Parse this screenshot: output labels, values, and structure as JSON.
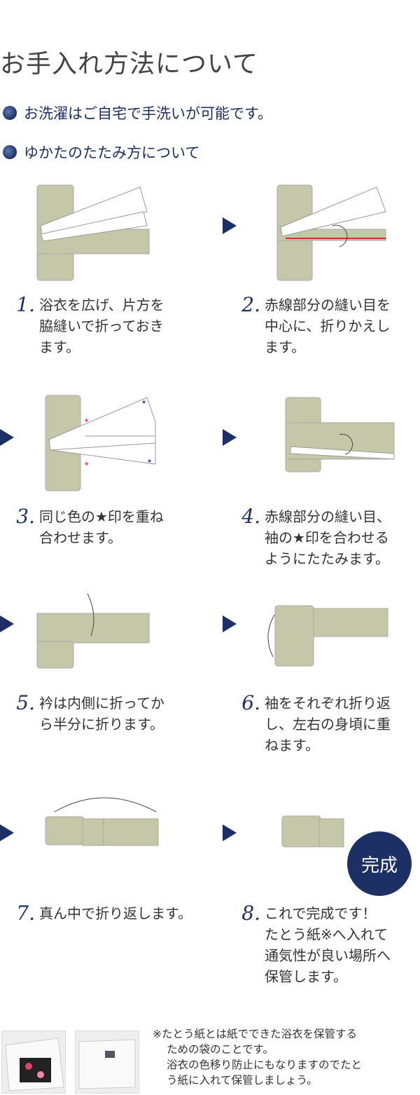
{
  "title": "お手入れ方法について",
  "sections": [
    "お洗濯はご自宅で手洗いが可能です。",
    "ゆかたのたたみ方について"
  ],
  "steps": [
    {
      "num": "1.",
      "text": "浴衣を広げ、片方を\n脇縫いで折っておき\nます。"
    },
    {
      "num": "2.",
      "text": "赤線部分の縫い目を\n中心に、折りかえし\nます。"
    },
    {
      "num": "3.",
      "text": "同じ色の★印を重ね\n合わせます。"
    },
    {
      "num": "4.",
      "text": "赤線部分の縫い目、\n袖の★印を合わせる\nようにたたみます。"
    },
    {
      "num": "5.",
      "text": "衿は内側に折ってか\nら半分に折ります。"
    },
    {
      "num": "6.",
      "text": "袖をそれぞれ折り返\nし、左右の身頃に重\nねます。"
    },
    {
      "num": "7.",
      "text": "真ん中で折り返します。"
    },
    {
      "num": "8.",
      "text": "これで完成です！\nたとう紙※へ入れて\n通気性が良い場所へ\n保管します。"
    }
  ],
  "done_badge": "完成",
  "note": [
    "※たとう紙とは紙でできた浴衣を保管する",
    "ための袋のことです。",
    "浴衣の色移り防止にもなりますのでたと",
    "う紙に入れて保管しましょう。"
  ],
  "colors": {
    "navy": "#1d3066",
    "khaki": "#c5c7a8"
  }
}
